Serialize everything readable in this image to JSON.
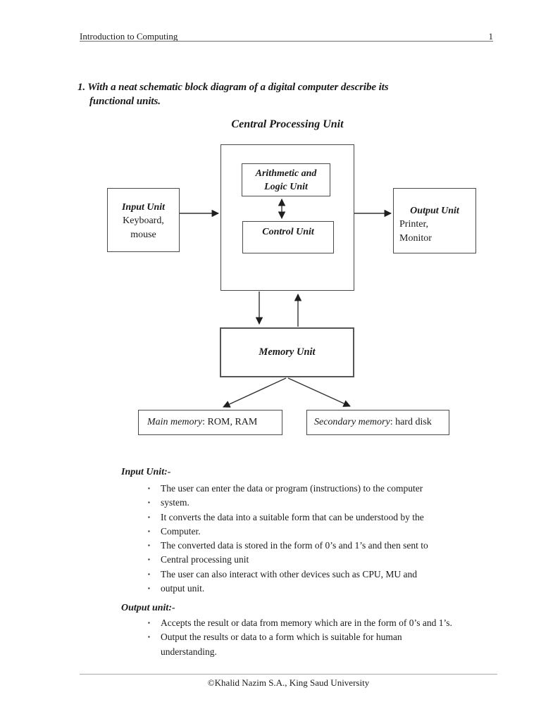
{
  "header": {
    "title": "Introduction to Computing",
    "page_number": "1"
  },
  "question": {
    "line1": "1. With a neat schematic block diagram of a digital computer describe its",
    "line2": "functional units."
  },
  "diagram": {
    "cpu_title": "Central Processing Unit",
    "alu_line1": "Arithmetic and",
    "alu_line2": "Logic Unit",
    "control_label": "Control Unit",
    "input_title": "Input Unit",
    "input_line1": "Keyboard,",
    "input_line2": "mouse",
    "output_title": "Output Unit",
    "output_line1": "Printer,",
    "output_line2": "Monitor",
    "memory_label": "Memory Unit",
    "main_memory_label": "Main memory",
    "main_memory_value": ": ROM, RAM",
    "secondary_memory_label": "Secondary memory",
    "secondary_memory_value": ": hard disk"
  },
  "bullet_char": "▪",
  "sections": [
    {
      "heading": "Input Unit:-",
      "bullets": [
        "The user can enter the data or program (instructions) to the computer",
        "system.",
        "It converts the data into a suitable form that can be understood by the",
        "Computer.",
        "The converted data is stored in the form of 0’s and 1’s and then sent  to",
        "Central processing unit",
        "The user can also interact with other devices such as CPU, MU and",
        "output unit."
      ]
    },
    {
      "heading": "Output unit:-",
      "bullets": [
        "Accepts the result or data from memory which are in the form of 0’s and 1’s.",
        "Output the results or data to a form which is suitable for human understanding."
      ]
    }
  ],
  "footer": {
    "copyright": "©Khalid Nazim S.A., King Saud University"
  }
}
